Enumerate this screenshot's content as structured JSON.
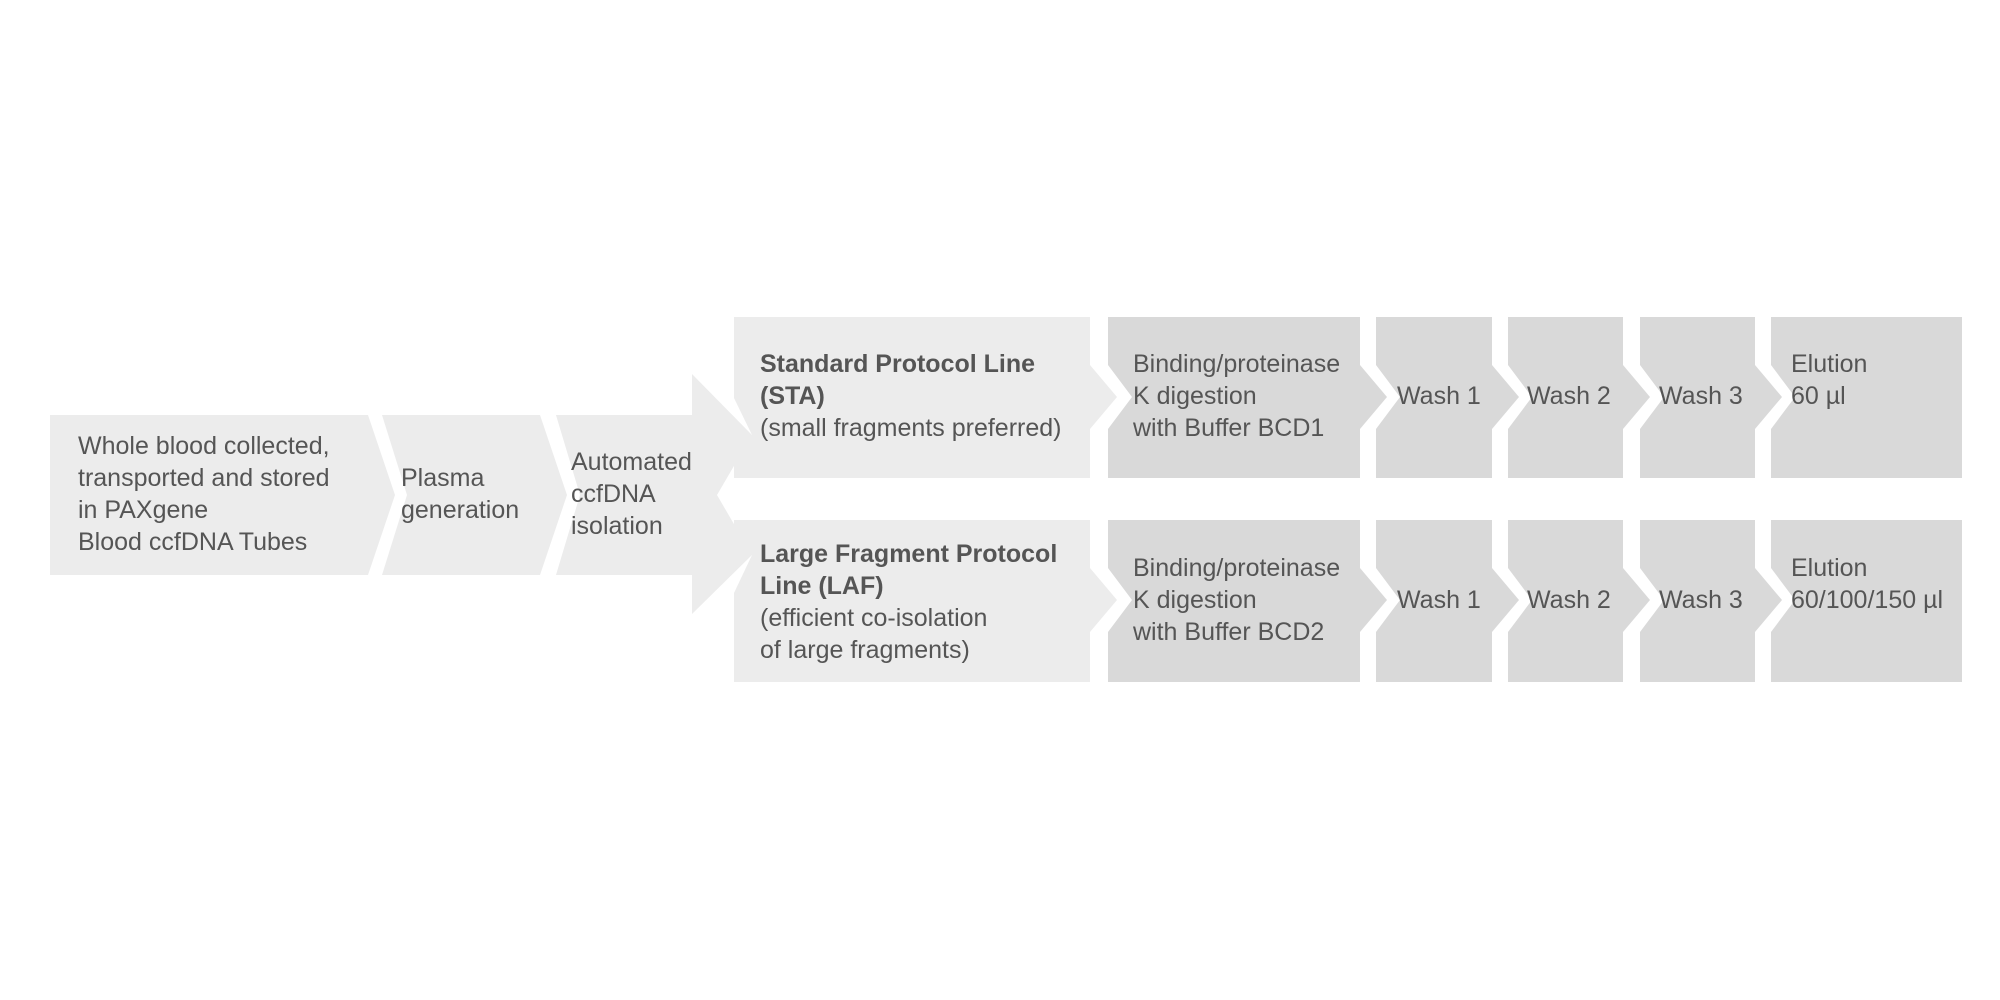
{
  "steps": {
    "blood": {
      "lines": [
        "Whole blood collected,",
        "transported and stored",
        "in PAXgene",
        "Blood ccfDNA Tubes"
      ]
    },
    "plasma": {
      "lines": [
        "Plasma",
        "generation"
      ]
    },
    "isolation": {
      "lines": [
        "Automated",
        "ccfDNA",
        "isolation"
      ]
    }
  },
  "protocols": [
    {
      "title_lines": [
        "Standard Protocol Line",
        "(STA)"
      ],
      "desc_lines": [
        "(small fragments preferred)"
      ],
      "binding_lines": [
        "Binding/proteinase",
        "K digestion",
        "with Buffer BCD1"
      ],
      "washes": [
        "Wash 1",
        "Wash 2",
        "Wash 3"
      ],
      "elution_lines": [
        "Elution",
        "60 µl"
      ]
    },
    {
      "title_lines": [
        "Large Fragment Protocol",
        "Line (LAF)"
      ],
      "desc_lines": [
        "(efficient co-isolation",
        "of large fragments)"
      ],
      "binding_lines": [
        "Binding/proteinase",
        "K digestion",
        "with Buffer BCD2"
      ],
      "washes": [
        "Wash 1",
        "Wash 2",
        "Wash 3"
      ],
      "elution_lines": [
        "Elution",
        "60/100/150 µl"
      ]
    }
  ]
}
